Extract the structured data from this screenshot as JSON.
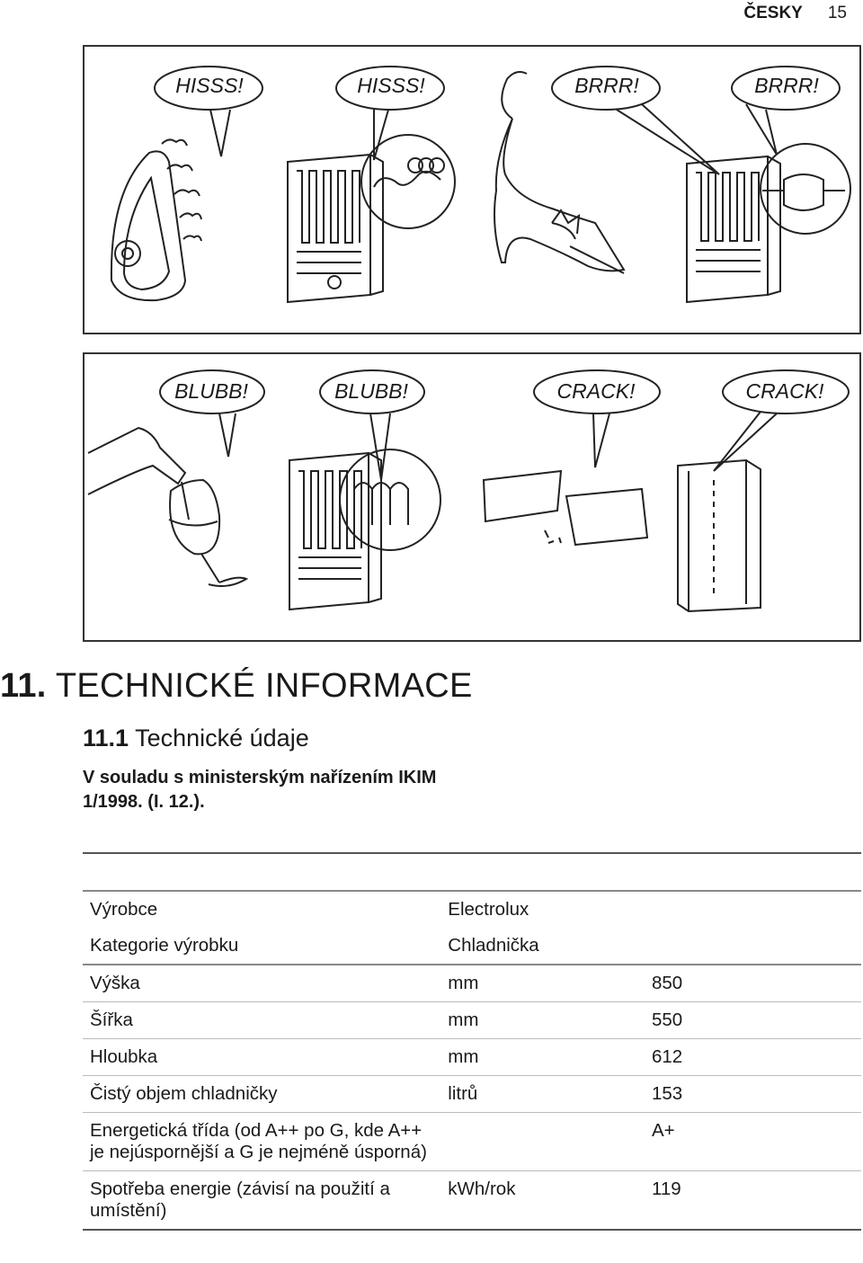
{
  "header": {
    "language": "ČESKY",
    "page": "15"
  },
  "panel1": {
    "bubbles": [
      "HISSS!",
      "HISSS!",
      "BRRR!",
      "BRRR!"
    ]
  },
  "panel2": {
    "bubbles": [
      "BLUBB!",
      "BLUBB!",
      "CRACK!",
      "CRACK!"
    ]
  },
  "section": {
    "number": "11.",
    "title": "TECHNICKÉ INFORMACE"
  },
  "subsection": {
    "number": "11.1",
    "title": "Technické údaje"
  },
  "intro": "V souladu s ministerským nařízením IKIM 1/1998. (I. 12.).",
  "table": {
    "rows": [
      [
        "Výrobce",
        "Electrolux",
        ""
      ],
      [
        "Kategorie výrobku",
        "Chladnička",
        ""
      ],
      [
        "Výška",
        "mm",
        "850"
      ],
      [
        "Šířka",
        "mm",
        "550"
      ],
      [
        "Hloubka",
        "mm",
        "612"
      ],
      [
        "Čistý objem chladničky",
        "litrů",
        "153"
      ],
      [
        "Energetická třída (od A++ po G, kde A++ je nejúspornější a G je nejméně úsporná)",
        "",
        "A+"
      ],
      [
        "Spotřeba energie (závisí na použití a umístění)",
        "kWh/rok",
        "119"
      ]
    ]
  }
}
